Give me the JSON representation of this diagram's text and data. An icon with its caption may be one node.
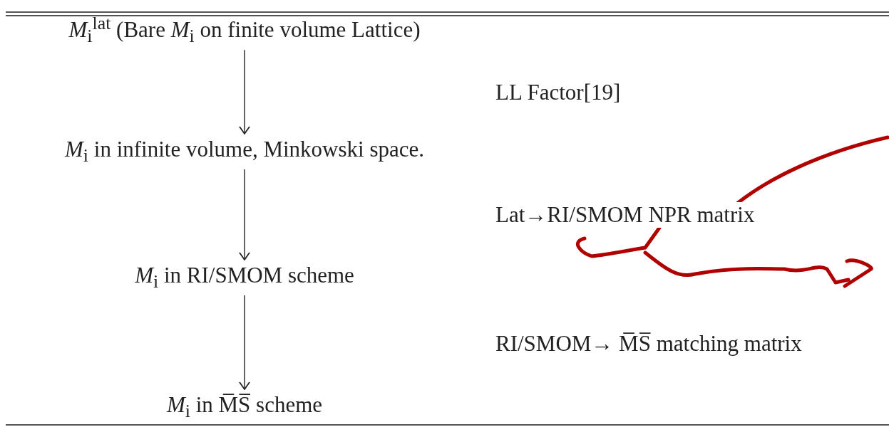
{
  "diagram": {
    "nodes": [
      {
        "text": [
          "*M*$_{i}$$^{lat}$ (Bare *M*$_{i}$ on finite volume Lattice)"
        ]
      },
      {
        "text": [
          "*M*$_{i}$ in infinite volume, Minkowski space."
        ]
      },
      {
        "text": [
          "*M*$_{i}$ in RI/SMOM scheme"
        ]
      },
      {
        "text": [
          "*M*$_{i}$ in M̅S̅ scheme"
        ]
      }
    ],
    "edges": [
      {
        "from": 0,
        "to": 1,
        "arrow": "to"
      },
      {
        "from": 1,
        "to": 2,
        "arrow": "to"
      },
      {
        "from": 2,
        "to": 3,
        "arrow": "to"
      }
    ],
    "labels": [
      "LL Factor[19]",
      "Lat→RI/SMOM NPR matrix",
      "RI/SMOM→ M̅S̅ matching matrix"
    ]
  }
}
